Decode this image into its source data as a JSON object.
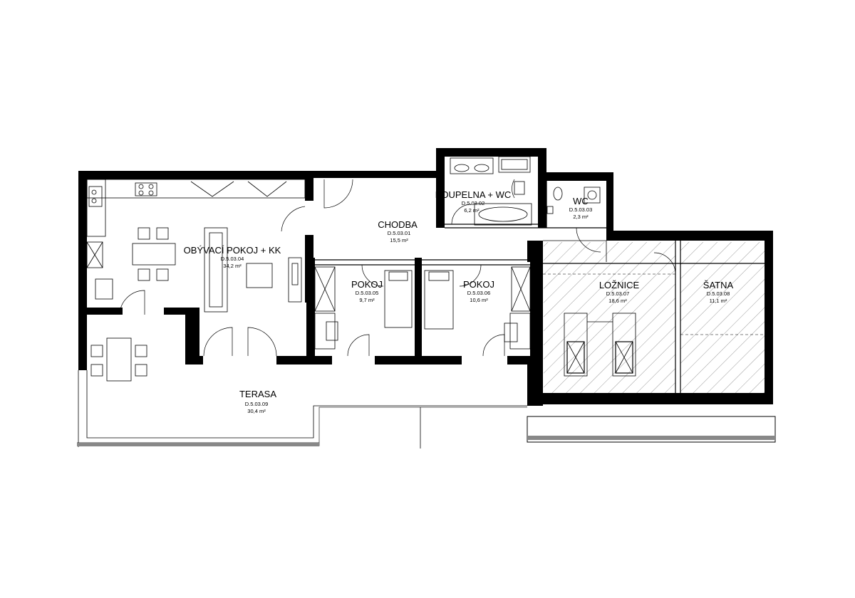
{
  "rooms": {
    "obyvaci": {
      "name": "OBÝVACÍ POKOJ + KK",
      "code": "D.5.03.04",
      "area": "34,2 m²"
    },
    "chodba": {
      "name": "CHODBA",
      "code": "D.5.03.01",
      "area": "15,5 m²"
    },
    "koupelna": {
      "name": "KOUPELNA + WC",
      "code": "D.5.03.02",
      "area": "6,2 m²"
    },
    "wc": {
      "name": "WC",
      "code": "D.5.03.03",
      "area": "2,3 m²"
    },
    "pokoj1": {
      "name": "POKOJ",
      "code": "D.5.03.05",
      "area": "9,7 m²"
    },
    "pokoj2": {
      "name": "POKOJ",
      "code": "D.5.03.06",
      "area": "10,6 m²"
    },
    "loznice": {
      "name": "LOŽNICE",
      "code": "D.5.03.07",
      "area": "18,6 m²"
    },
    "satna": {
      "name": "ŠATNA",
      "code": "D.5.03.08",
      "area": "11,1 m²"
    },
    "terasa": {
      "name": "TERASA",
      "code": "D.5.03.09",
      "area": "30,4 m²"
    }
  },
  "colors": {
    "wall": "#000000",
    "hatch": "#555555",
    "background": "#ffffff"
  }
}
